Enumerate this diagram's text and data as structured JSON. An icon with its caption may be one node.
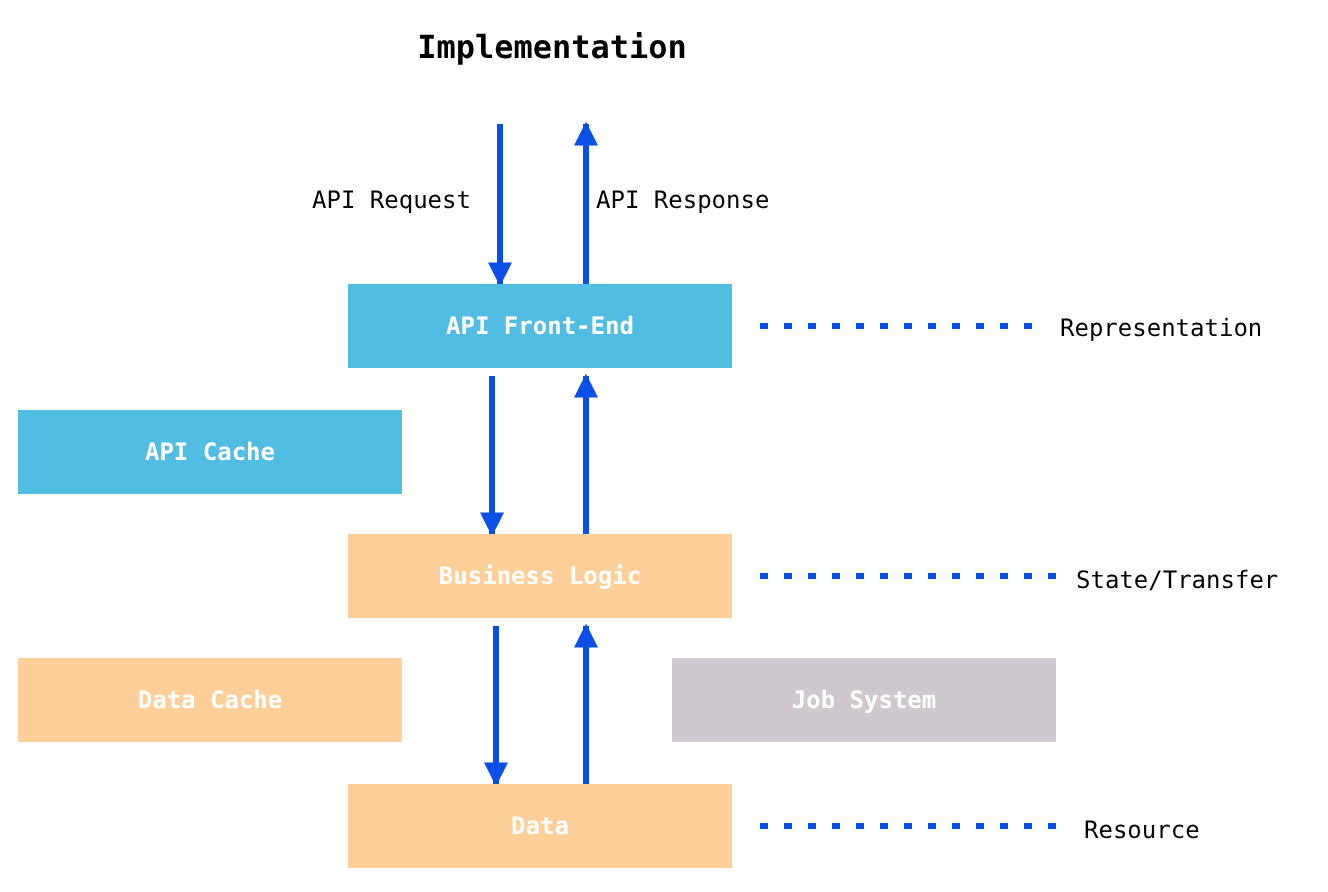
{
  "diagram": {
    "title": "Implementation",
    "nodes": [
      {
        "text": [
          "API Front-End"
        ]
      },
      {
        "text": [
          "API Cache"
        ]
      },
      {
        "text": [
          "Business Logic"
        ]
      },
      {
        "text": [
          "Data Cache"
        ]
      },
      {
        "text": [
          "Job System"
        ]
      },
      {
        "text": [
          "Data"
        ]
      },
      {
        "text": [
          "Representation"
        ]
      },
      {
        "text": [
          "State/Transfer"
        ]
      },
      {
        "text": [
          "Resource"
        ]
      }
    ],
    "edges": [
      {
        "from": null,
        "to": 0,
        "arrow": "to",
        "label": "API Request"
      },
      {
        "from": 0,
        "to": null,
        "arrow": "to",
        "label": "API Response"
      },
      {
        "from": 0,
        "to": 2,
        "arrow": "to"
      },
      {
        "from": 2,
        "to": 0,
        "arrow": "to"
      },
      {
        "from": 2,
        "to": 5,
        "arrow": "to"
      },
      {
        "from": 5,
        "to": 2,
        "arrow": "to"
      },
      {
        "from": 0,
        "to": 6,
        "arrow": "none",
        "style": "dashed"
      },
      {
        "from": 2,
        "to": 7,
        "arrow": "none",
        "style": "dashed"
      },
      {
        "from": 5,
        "to": 8,
        "arrow": "none",
        "style": "dashed"
      }
    ]
  }
}
